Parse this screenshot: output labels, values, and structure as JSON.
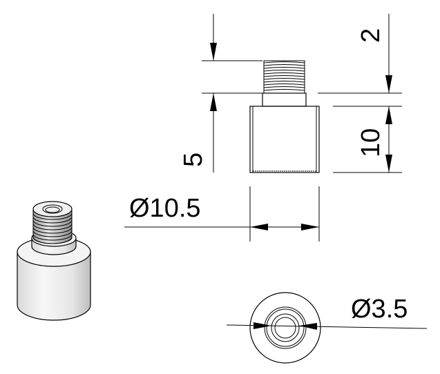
{
  "dimensions": {
    "stud_height": "2",
    "body_height": "10",
    "thread_length": "5",
    "outer_diameter": "Ø10.5",
    "thread_diameter": "Ø3.5"
  },
  "colors": {
    "line": "#000000",
    "background": "#ffffff",
    "shading_light": "#f2f2f2",
    "shading_dark": "#bdbdbd"
  }
}
